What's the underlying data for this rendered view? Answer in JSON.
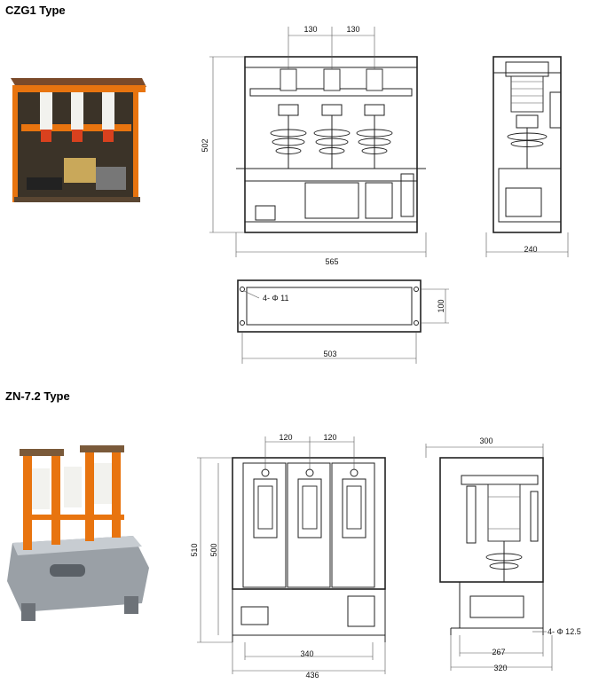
{
  "sections": [
    {
      "title": "CZG1 Type",
      "photo": "czg1-contactor-photo",
      "front_view": {
        "width_dim": "565",
        "height_dim": "502",
        "spacing_dims": [
          "130",
          "130"
        ]
      },
      "side_view": {
        "width_dim": "240"
      },
      "mounting_view": {
        "width_dim": "503",
        "height_dim": "100",
        "hole_label": "4- Φ 11"
      }
    },
    {
      "title": "ZN-7.2 Type",
      "photo": "zn72-breaker-photo",
      "front_view": {
        "spacing_dims": [
          "120",
          "120"
        ],
        "outer_height_dim": "510",
        "inner_height_dim": "500",
        "inner_width_dim": "340",
        "outer_width_dim": "436"
      },
      "side_view": {
        "top_width_dim": "300",
        "hole_label": "4- Φ 12.5",
        "inner_width_dim": "267",
        "outer_width_dim": "320"
      }
    }
  ],
  "colors": {
    "frame_orange": "#e8740f",
    "frame_dark": "#4a3a2a",
    "insulator_white": "#f2f2ee",
    "base_gray": "#9aa0a6",
    "line": "#222222"
  }
}
